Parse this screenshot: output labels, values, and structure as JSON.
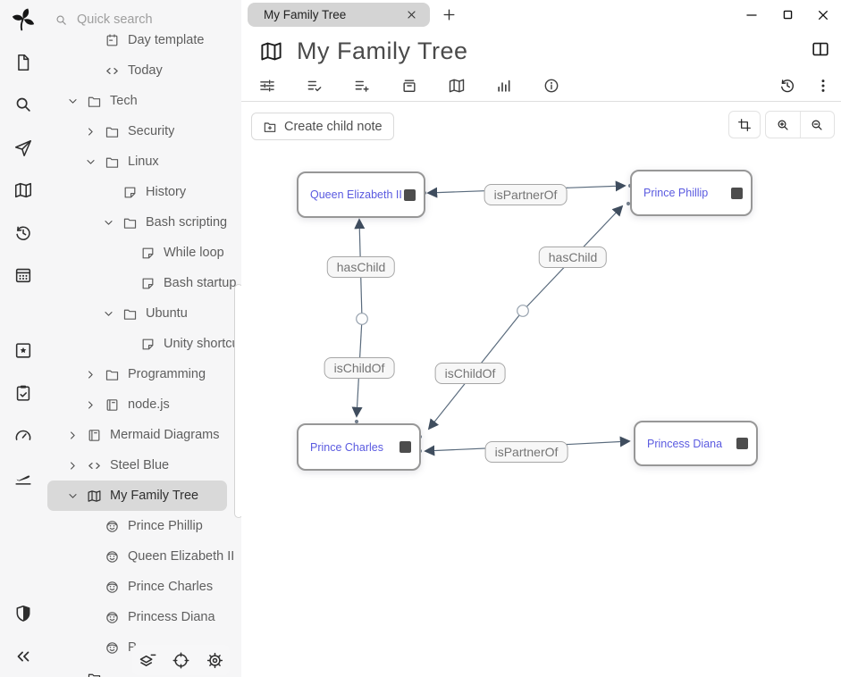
{
  "colors": {
    "panel_bg": "#f6f6f7",
    "selected_row_bg": "#d9d9d9",
    "tab_bg": "#d4d4d4",
    "node_link_text": "#5a5ae0",
    "edge_stroke": "#44546a",
    "label_text": "#757575"
  },
  "window_controls": {
    "icons": [
      "minimize",
      "maximize",
      "close"
    ]
  },
  "tabs": {
    "active_tab": {
      "label": "My Family Tree",
      "close_icon": "x"
    },
    "new_tab_icon": "plus"
  },
  "launcher": {
    "icons": [
      "trilium-logo",
      "new-note",
      "search",
      "jump-to-note",
      "open-map",
      "recent-changes",
      "calendar",
      "bookmarks",
      "task-list",
      "dashboard",
      "travel",
      "protected-session-shield",
      "collapse-panel"
    ]
  },
  "tree": {
    "quick_search": {
      "label": "Quick search",
      "icon": "search"
    },
    "items": [
      {
        "label": "Day template",
        "icon": "calendar-note",
        "level": 2,
        "expander": "none"
      },
      {
        "label": "Today",
        "icon": "code",
        "level": 2,
        "expander": "none"
      },
      {
        "label": "Tech",
        "icon": "folder",
        "level": 1,
        "expander": "expanded"
      },
      {
        "label": "Security",
        "icon": "folder",
        "level": 2,
        "expander": "collapsed"
      },
      {
        "label": "Linux",
        "icon": "folder",
        "level": 2,
        "expander": "expanded"
      },
      {
        "label": "History",
        "icon": "note",
        "level": 3,
        "expander": "none"
      },
      {
        "label": "Bash scripting",
        "icon": "folder",
        "level": 3,
        "expander": "expanded"
      },
      {
        "label": "While loop",
        "icon": "note",
        "level": 4,
        "expander": "none"
      },
      {
        "label": "Bash startup",
        "icon": "note",
        "level": 4,
        "expander": "none"
      },
      {
        "label": "Ubuntu",
        "icon": "folder",
        "level": 3,
        "expander": "expanded"
      },
      {
        "label": "Unity shortcuts",
        "icon": "note",
        "level": 4,
        "expander": "none"
      },
      {
        "label": "Programming",
        "icon": "folder",
        "level": 2,
        "expander": "collapsed"
      },
      {
        "label": "node.js",
        "icon": "book",
        "level": 2,
        "expander": "collapsed"
      },
      {
        "label": "Mermaid Diagrams",
        "icon": "book",
        "level": 1,
        "expander": "collapsed"
      },
      {
        "label": "Steel Blue",
        "icon": "code",
        "level": 1,
        "expander": "collapsed"
      },
      {
        "label": "My Family Tree",
        "icon": "map",
        "level": 1,
        "expander": "expanded",
        "selected": true
      },
      {
        "label": "Prince Phillip",
        "icon": "person",
        "level": 2,
        "expander": "none"
      },
      {
        "label": "Queen Elizabeth II",
        "icon": "person",
        "level": 2,
        "expander": "none"
      },
      {
        "label": "Prince Charles",
        "icon": "person",
        "level": 2,
        "expander": "none"
      },
      {
        "label": "Princess Diana",
        "icon": "person",
        "level": 2,
        "expander": "none"
      },
      {
        "label": "P",
        "icon": "person",
        "level": 2,
        "expander": "none"
      }
    ],
    "floating_buttons": [
      "collapse-subtree",
      "scroll-to-active-note",
      "tree-settings"
    ]
  },
  "header": {
    "title": "My Family Tree",
    "icon": "map"
  },
  "ribbon": {
    "icons": [
      "basic-properties",
      "list-check",
      "add-attribute",
      "note-info",
      "relation-map",
      "note-stats",
      "info"
    ],
    "right_icons": [
      "note-revisions",
      "more-menu"
    ],
    "split_icon": "split-pane"
  },
  "canvas_toolbar": {
    "create_child_note": "Create child note",
    "buttons": [
      "reset-pan-zoom",
      "zoom-in",
      "zoom-out"
    ]
  },
  "map": {
    "nodes": [
      {
        "label": "Queen Elizabeth II"
      },
      {
        "label": "Prince Phillip"
      },
      {
        "label": "Prince Charles"
      },
      {
        "label": "Princess Diana"
      }
    ],
    "edges": [
      {
        "between": [
          "Queen Elizabeth II",
          "Prince Phillip"
        ],
        "labels": [
          "isPartnerOf"
        ],
        "arrows": "both"
      },
      {
        "between": [
          "Queen Elizabeth II",
          "Prince Charles"
        ],
        "labels": [
          "hasChild",
          "isChildOf"
        ],
        "arrows": "both"
      },
      {
        "between": [
          "Prince Phillip",
          "Prince Charles"
        ],
        "labels": [
          "hasChild",
          "isChildOf"
        ],
        "arrows": "both"
      },
      {
        "between": [
          "Prince Charles",
          "Princess Diana"
        ],
        "labels": [
          "isPartnerOf"
        ],
        "arrows": "both"
      }
    ]
  }
}
